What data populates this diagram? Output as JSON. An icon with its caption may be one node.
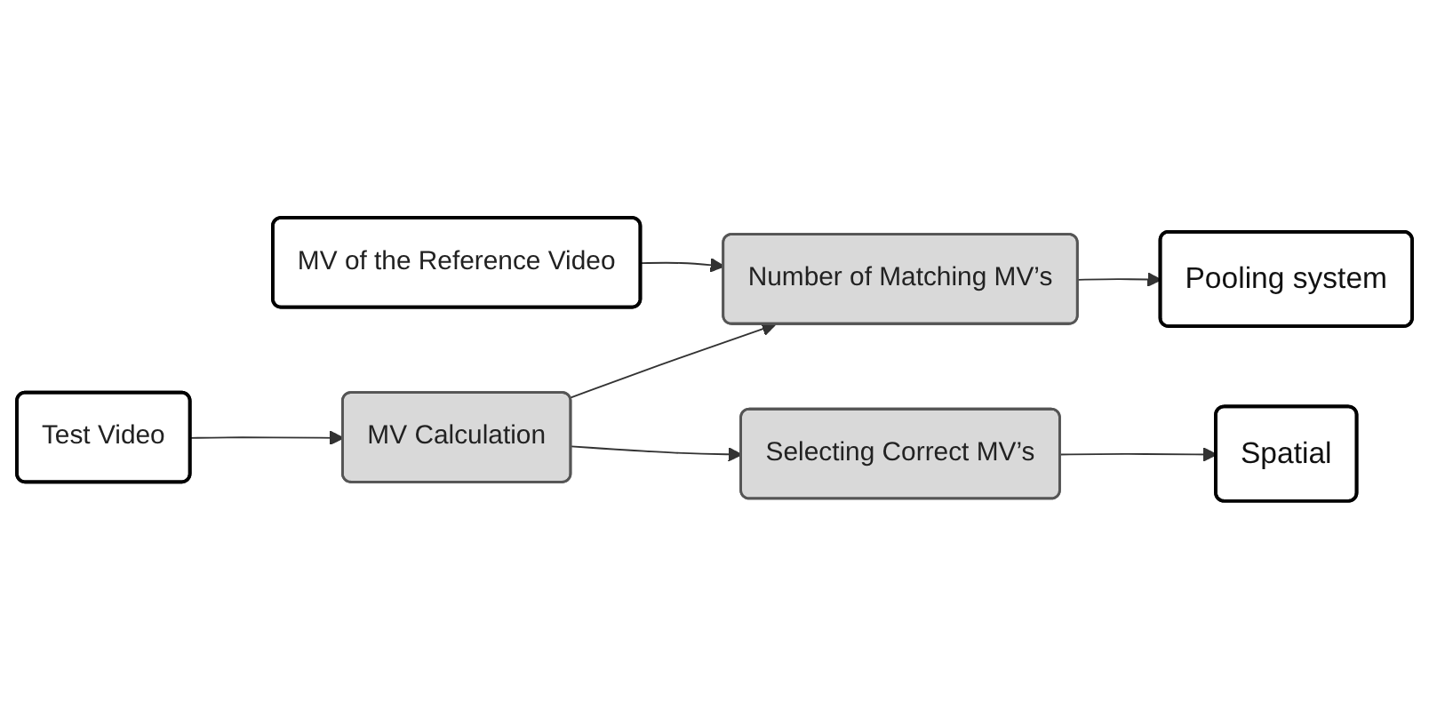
{
  "diagram": {
    "nodes": [
      {
        "text": [
          "MV of the Reference Video"
        ]
      },
      {
        "text": [
          "Number of Matching MV’s"
        ]
      },
      {
        "text": [
          "Pooling system"
        ]
      },
      {
        "text": [
          "Selecting Correct MV’s"
        ]
      },
      {
        "text": [
          "MV Calculation"
        ]
      },
      {
        "text": [
          "Spatial"
        ]
      },
      {
        "text": [
          "Test Video"
        ]
      }
    ],
    "edges": [
      {
        "from": 0,
        "to": 1,
        "arrow": "to"
      },
      {
        "from": 1,
        "to": 2,
        "arrow": "to"
      },
      {
        "from": 6,
        "to": 4,
        "arrow": "to"
      },
      {
        "from": 4,
        "to": 1,
        "arrow": "to"
      },
      {
        "from": 4,
        "to": 3,
        "arrow": "to"
      },
      {
        "from": 3,
        "to": 5,
        "arrow": "to"
      }
    ]
  }
}
